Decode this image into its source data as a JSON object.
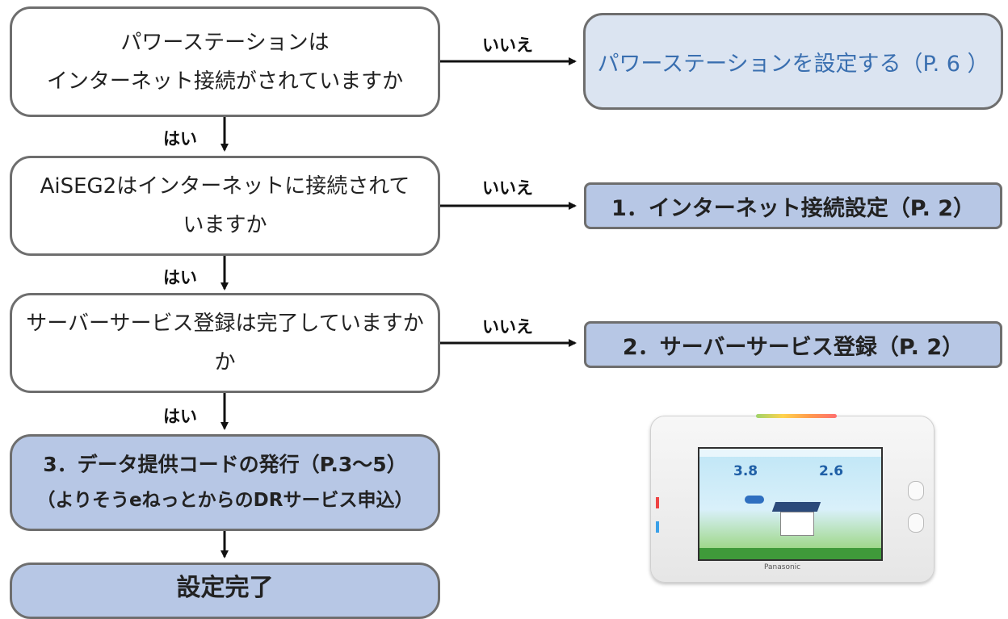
{
  "nodes": {
    "q1": {
      "line1": "パワーステーションは",
      "line2": "インターネット接続がされていますか"
    },
    "r1": {
      "text": "パワーステーションを設定する（P. 6 ）"
    },
    "q2": {
      "line1": "AiSEG2はインターネットに接続されて",
      "line2": "いますか"
    },
    "r2": {
      "text": "1．インターネット接続設定（P. 2）"
    },
    "q3": {
      "line1": "サーバーサービス登録は完了していますか",
      "line2": "か"
    },
    "r3": {
      "text": "2．サーバーサービス登録（P. 2）"
    },
    "s4": {
      "line1": "3．データ提供コードの発行（P.3～5）",
      "line2": "（よりそうeねっとからのDRサービス申込）"
    },
    "done": {
      "text": "設定完了"
    }
  },
  "edge_labels": {
    "no": "いいえ",
    "yes": "はい"
  },
  "device": {
    "brand": "Panasonic",
    "left_value": "3.8",
    "right_value": "2.6"
  },
  "colors": {
    "blue_box": "#b7c7e5",
    "light_box": "#dbe4f1",
    "border": "#6e6e6e",
    "link_text": "#3a6fb0"
  }
}
